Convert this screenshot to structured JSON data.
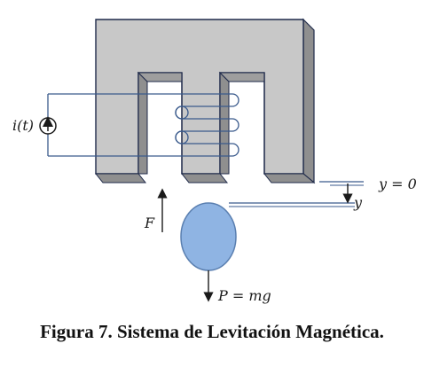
{
  "labels": {
    "current": "i(t)",
    "force": "F",
    "weight": "P = mg",
    "y_ref": "y = 0",
    "y_var": "y"
  },
  "caption": "Figura 7. Sistema de Levitación Magnética.",
  "colors": {
    "core_fill": "#c8c8c8",
    "core_shade": "#8f8f8f",
    "core_edge": "#1f2a4a",
    "wire": "#3a5a8c",
    "ball_fill": "#8fb4e3",
    "ball_edge": "#5a7fb0",
    "ink": "#1a1a1a"
  },
  "icons": {
    "source": "current-source-icon",
    "force_arrow": "up-arrow-icon",
    "weight_arrow": "down-arrow-icon",
    "y_arrow": "down-arrow-icon"
  }
}
